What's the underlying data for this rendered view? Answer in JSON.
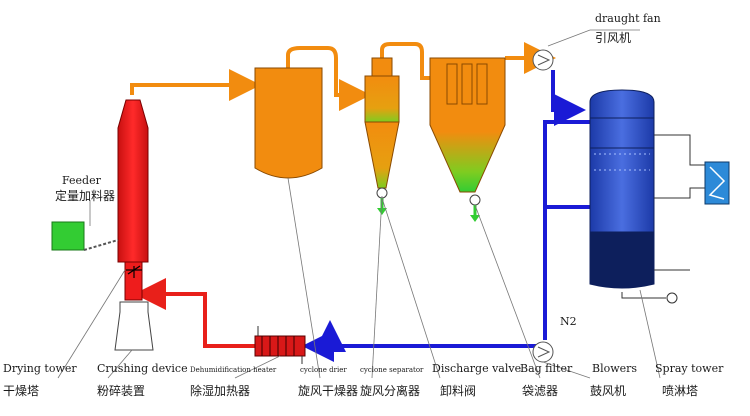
{
  "labels": {
    "draught_fan": {
      "en": "draught fan",
      "cn": "引风机"
    },
    "feeder": {
      "en": "Feeder",
      "cn": "定量加料器"
    },
    "n2": "N2",
    "drying_tower": {
      "en": "Drying tower",
      "cn": "干燥塔"
    },
    "crushing_device": {
      "en": "Crushing device",
      "cn": "粉碎装置"
    },
    "dehumidification_heater": {
      "en": "Dehumidification heater",
      "cn": "除湿加热器"
    },
    "cyclone_drier": {
      "en": "cyclone drier",
      "cn": "旋风干燥器"
    },
    "cyclone_separator": {
      "en": "cyclone separator",
      "cn": "旋风分离器"
    },
    "discharge_valve": {
      "en": "Discharge valve",
      "cn": "卸料阀"
    },
    "bag_filter": {
      "en": "Bag filter",
      "cn": "袋滤器"
    },
    "blowers": {
      "en": "Blowers",
      "cn": "鼓风机"
    },
    "spray_tower": {
      "en": "Spray tower",
      "cn": "喷淋塔"
    }
  },
  "colors": {
    "pipe_orange": "#f28c0f",
    "pipe_red": "#e8201a",
    "pipe_blue": "#1a1ad6",
    "vessel_orange": "#f28c0f",
    "drying_red": "#ee1c1c",
    "green": "#33cc33",
    "tower_blue": "#2f55c9",
    "tower_dark": "#0d1f5c",
    "exchanger": "#2d8ad8"
  }
}
